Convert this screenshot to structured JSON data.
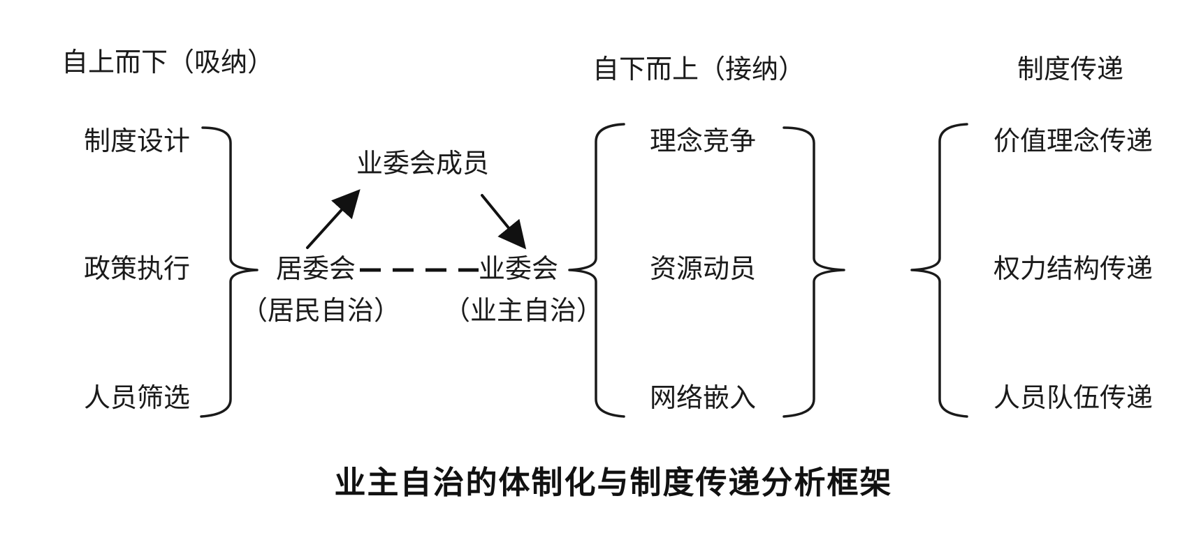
{
  "headers": {
    "top_down": "自上而下（吸纳）",
    "bottom_up": "自下而上（接纳）",
    "transmission": "制度传递"
  },
  "left_column": [
    "制度设计",
    "政策执行",
    "人员筛选"
  ],
  "center": {
    "committee_member": "业委会成员",
    "residents_committee": "居委会",
    "residents_autonomy": "（居民自治）",
    "owners_committee": "业委会",
    "owners_autonomy": "（业主自治）"
  },
  "middle_column": [
    "理念竞争",
    "资源动员",
    "网络嵌入"
  ],
  "right_column": [
    "价值理念传递",
    "权力结构传递",
    "人员队伍传递"
  ],
  "caption": "业主自治的体制化与制度传递分析框架"
}
